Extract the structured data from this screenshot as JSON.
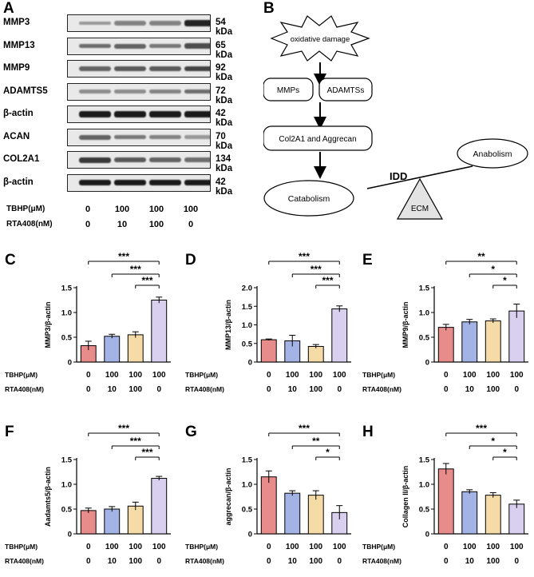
{
  "panel_letters": {
    "A": "A",
    "B": "B",
    "C": "C",
    "D": "D",
    "E": "E",
    "F": "F",
    "G": "G",
    "H": "H"
  },
  "blots": [
    {
      "name": "MMP3",
      "size": "54 kDa",
      "bands": [
        0.35,
        0.45,
        0.45,
        0.9
      ]
    },
    {
      "name": "MMP13",
      "size": "65 kDa",
      "bands": [
        0.55,
        0.6,
        0.5,
        0.7
      ]
    },
    {
      "name": "MMP9",
      "size": "92 kDa",
      "bands": [
        0.6,
        0.65,
        0.65,
        0.75
      ]
    },
    {
      "name": "ADAMTS5",
      "size": "72 kDa",
      "bands": [
        0.4,
        0.4,
        0.45,
        0.55
      ]
    },
    {
      "name": "β-actin",
      "size": "42 kDa",
      "bands": [
        0.95,
        0.95,
        0.95,
        0.95
      ]
    },
    {
      "name": "ACAN",
      "size": "70 kDa",
      "bands": [
        0.6,
        0.5,
        0.45,
        0.35
      ]
    },
    {
      "name": "COL2A1",
      "size": "134 kDa",
      "bands": [
        0.8,
        0.65,
        0.6,
        0.55
      ]
    },
    {
      "name": "β-actin",
      "size": "42 kDa",
      "bands": [
        0.95,
        0.95,
        0.95,
        0.95
      ]
    }
  ],
  "treatments": {
    "tbhp_label": "TBHP(μM)",
    "rta_label": "RTA408(nM)",
    "tbhp": [
      "0",
      "100",
      "100",
      "100"
    ],
    "rta": [
      "0",
      "10",
      "100",
      "0"
    ]
  },
  "diagram": {
    "oxidative": "oxidative damage",
    "mmps": "MMPs",
    "adamtss": "ADAMTSs",
    "col2a1": "Col2A1 and Aggrecan",
    "catabolism": "Catabolism",
    "anabolism": "Anabolism",
    "idd": "IDD",
    "ecm": "ECM"
  },
  "colors": {
    "bar1": "#e88b8b",
    "bar2": "#a3b3e6",
    "bar3": "#f5dca6",
    "bar4": "#d9cfee"
  },
  "chart_data": [
    {
      "id": "C",
      "type": "bar",
      "ylabel": "MMP3/β-actin",
      "ylim": [
        0,
        1.5
      ],
      "yticks": [
        "0",
        "0.5",
        "1.0",
        "1.5"
      ],
      "values": [
        0.33,
        0.52,
        0.55,
        1.25
      ],
      "errors": [
        0.09,
        0.04,
        0.06,
        0.06
      ],
      "sig": [
        {
          "from": 0,
          "to": 3,
          "label": "***"
        },
        {
          "from": 1,
          "to": 3,
          "label": "***"
        },
        {
          "from": 2,
          "to": 3,
          "label": "***"
        }
      ]
    },
    {
      "id": "D",
      "type": "bar",
      "ylabel": "MMP13/β-actin",
      "ylim": [
        0,
        2.0
      ],
      "yticks": [
        "0",
        "0.5",
        "1.0",
        "1.5",
        "2.0"
      ],
      "values": [
        0.6,
        0.57,
        0.42,
        1.43
      ],
      "errors": [
        0.02,
        0.15,
        0.05,
        0.08
      ],
      "sig": [
        {
          "from": 0,
          "to": 3,
          "label": "***"
        },
        {
          "from": 1,
          "to": 3,
          "label": "***"
        },
        {
          "from": 2,
          "to": 3,
          "label": "***"
        }
      ]
    },
    {
      "id": "E",
      "type": "bar",
      "ylabel": "MMP9/β-actin",
      "ylim": [
        0,
        1.5
      ],
      "yticks": [
        "0",
        "0.5",
        "1.0",
        "1.5"
      ],
      "values": [
        0.7,
        0.81,
        0.83,
        1.03
      ],
      "errors": [
        0.06,
        0.05,
        0.04,
        0.14
      ],
      "sig": [
        {
          "from": 0,
          "to": 3,
          "label": "**"
        },
        {
          "from": 1,
          "to": 3,
          "label": "*"
        },
        {
          "from": 2,
          "to": 3,
          "label": "*"
        }
      ]
    },
    {
      "id": "F",
      "type": "bar",
      "ylabel": "Aadamts5/β-actin",
      "ylim": [
        0,
        1.5
      ],
      "yticks": [
        "0",
        "0.5",
        "1.0",
        "1.5"
      ],
      "values": [
        0.47,
        0.5,
        0.56,
        1.12
      ],
      "errors": [
        0.05,
        0.05,
        0.08,
        0.04
      ],
      "sig": [
        {
          "from": 0,
          "to": 3,
          "label": "***"
        },
        {
          "from": 1,
          "to": 3,
          "label": "***"
        },
        {
          "from": 2,
          "to": 3,
          "label": "***"
        }
      ]
    },
    {
      "id": "G",
      "type": "bar",
      "ylabel": "aggrecan/β-actin",
      "ylim": [
        0,
        1.5
      ],
      "yticks": [
        "0",
        "0.5",
        "1.0",
        "1.5"
      ],
      "values": [
        1.15,
        0.82,
        0.78,
        0.43
      ],
      "errors": [
        0.12,
        0.05,
        0.09,
        0.14
      ],
      "sig": [
        {
          "from": 0,
          "to": 3,
          "label": "***"
        },
        {
          "from": 1,
          "to": 3,
          "label": "**"
        },
        {
          "from": 2,
          "to": 3,
          "label": "*"
        }
      ]
    },
    {
      "id": "H",
      "type": "bar",
      "ylabel": "Collagen II/β-actin",
      "ylim": [
        0,
        1.5
      ],
      "yticks": [
        "0",
        "0.5",
        "1.0",
        "1.5"
      ],
      "values": [
        1.31,
        0.85,
        0.78,
        0.6
      ],
      "errors": [
        0.11,
        0.04,
        0.05,
        0.08
      ],
      "sig": [
        {
          "from": 0,
          "to": 3,
          "label": "***"
        },
        {
          "from": 1,
          "to": 3,
          "label": "*"
        },
        {
          "from": 2,
          "to": 3,
          "label": "*"
        }
      ]
    }
  ]
}
